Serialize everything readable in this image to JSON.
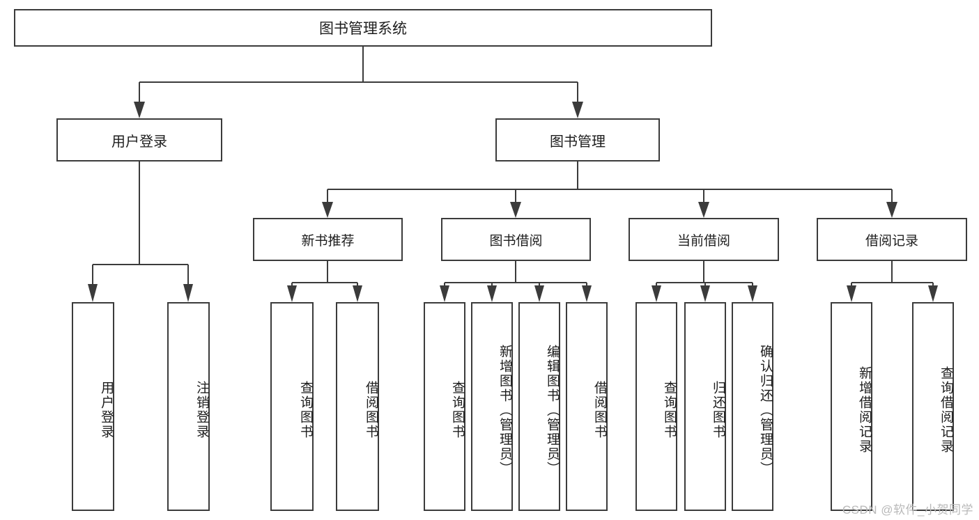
{
  "diagram": {
    "title": "图书管理系统",
    "type": "tree-hierarchy",
    "orientation": "top-down",
    "colors": {
      "stroke": "#3b3b3b",
      "fill": "#ffffff",
      "text": "#1d1d1d",
      "watermark": "#b9b9b9"
    }
  },
  "root": {
    "label": "图书管理系统"
  },
  "branches": [
    {
      "label": "用户登录"
    },
    {
      "label": "图书管理"
    }
  ],
  "groups": [
    {
      "label": "新书推荐"
    },
    {
      "label": "图书借阅"
    },
    {
      "label": "当前借阅"
    },
    {
      "label": "借阅记录"
    }
  ],
  "leaves": {
    "user_login": [
      {
        "label": "用户登录"
      },
      {
        "label": "注销登录"
      }
    ],
    "new_book_recommend": [
      {
        "label": "查询图书"
      },
      {
        "label": "借阅图书"
      }
    ],
    "book_borrow": [
      {
        "label": "查询图书"
      },
      {
        "label": "新增图书（管理员）"
      },
      {
        "label": "编辑图书（管理员）"
      },
      {
        "label": "借阅图书"
      }
    ],
    "current_borrow": [
      {
        "label": "查询图书"
      },
      {
        "label": "归还图书"
      },
      {
        "label": "确认归还（管理员）"
      }
    ],
    "borrow_record": [
      {
        "label": "新增借阅记录"
      },
      {
        "label": "查询借阅记录"
      }
    ]
  },
  "watermark": {
    "text": "CSDN @软件_小贺同学"
  }
}
